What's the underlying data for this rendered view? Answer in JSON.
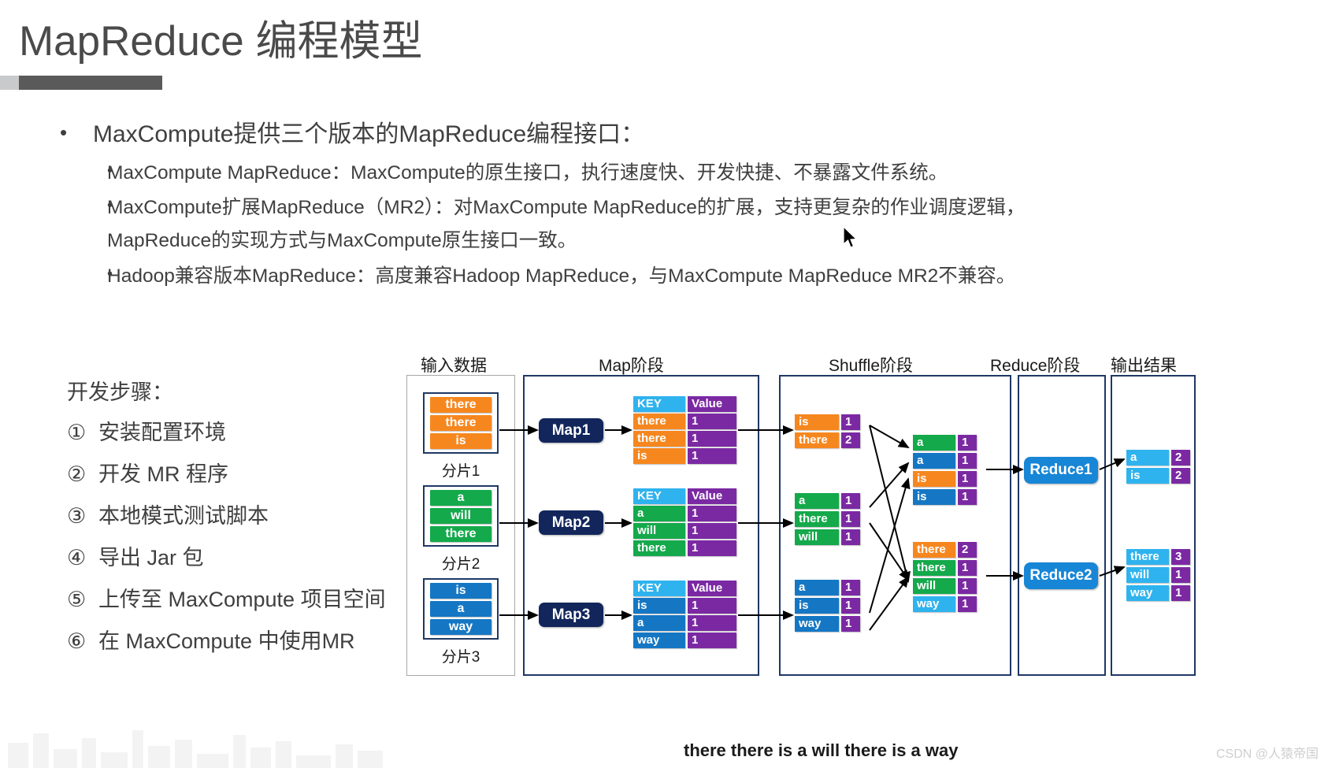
{
  "title": "MapReduce 编程模型",
  "bullets": {
    "level1": "MaxCompute提供三个版本的MapReduce编程接口：",
    "items": [
      {
        "text": "MaxCompute MapReduce：MaxCompute的原生接口，执行速度快、开发快捷、不暴露文件系统。",
        "cont": ""
      },
      {
        "text": "MaxCompute扩展MapReduce（MR2）：对MaxCompute MapReduce的扩展，支持更复杂的作业调度逻辑，",
        "cont": "MapReduce的实现方式与MaxCompute原生接口一致。"
      },
      {
        "text": "Hadoop兼容版本MapReduce：高度兼容Hadoop MapReduce，与MaxCompute MapReduce MR2不兼容。",
        "cont": ""
      }
    ],
    "dot": "•"
  },
  "steps": {
    "heading": "开发步骤：",
    "items": [
      {
        "num": "①",
        "label": "安装配置环境"
      },
      {
        "num": "②",
        "label": "开发 MR 程序"
      },
      {
        "num": "③",
        "label": "本地模式测试脚本"
      },
      {
        "num": "④",
        "label": "导出 Jar 包"
      },
      {
        "num": "⑤",
        "label": "上传至 MaxCompute 项目空间"
      },
      {
        "num": "⑥",
        "label": "在 MaxCompute 中使用MR"
      }
    ]
  },
  "diagram": {
    "stage_titles": {
      "input": "输入数据",
      "map": "Map阶段",
      "shuffle": "Shuffle阶段",
      "reduce": "Reduce阶段",
      "output": "输出结果"
    },
    "splits": [
      {
        "label": "分片1",
        "color": "orange",
        "rows": [
          "there",
          "there",
          "is"
        ]
      },
      {
        "label": "分片2",
        "color": "green",
        "rows": [
          "a",
          "will",
          "there"
        ]
      },
      {
        "label": "分片3",
        "color": "blue",
        "rows": [
          "is",
          "a",
          "way"
        ]
      }
    ],
    "mappers": [
      {
        "name": "Map1",
        "color": "orange",
        "header": {
          "key": "KEY",
          "value": "Value"
        },
        "rows": [
          {
            "k": "there",
            "v": "1"
          },
          {
            "k": "there",
            "v": "1"
          },
          {
            "k": "is",
            "v": "1"
          }
        ]
      },
      {
        "name": "Map2",
        "color": "green",
        "header": {
          "key": "KEY",
          "value": "Value"
        },
        "rows": [
          {
            "k": "a",
            "v": "1"
          },
          {
            "k": "will",
            "v": "1"
          },
          {
            "k": "there",
            "v": "1"
          }
        ]
      },
      {
        "name": "Map3",
        "color": "blue",
        "header": {
          "key": "KEY",
          "value": "Value"
        },
        "rows": [
          {
            "k": "is",
            "v": "1"
          },
          {
            "k": "a",
            "v": "1"
          },
          {
            "k": "way",
            "v": "1"
          }
        ]
      }
    ],
    "shuffle_in": [
      {
        "color": "orange",
        "rows": [
          {
            "k": "is",
            "v": "1"
          },
          {
            "k": "there",
            "v": "2"
          }
        ]
      },
      {
        "color": "green",
        "rows": [
          {
            "k": "a",
            "v": "1"
          },
          {
            "k": "there",
            "v": "1"
          },
          {
            "k": "will",
            "v": "1"
          }
        ]
      },
      {
        "color": "blue",
        "rows": [
          {
            "k": "a",
            "v": "1"
          },
          {
            "k": "is",
            "v": "1"
          },
          {
            "k": "way",
            "v": "1"
          }
        ]
      }
    ],
    "shuffle_out": [
      {
        "rows": [
          {
            "k": "a",
            "v": "1",
            "color": "green"
          },
          {
            "k": "a",
            "v": "1",
            "color": "blue"
          },
          {
            "k": "is",
            "v": "1",
            "color": "orange"
          },
          {
            "k": "is",
            "v": "1",
            "color": "blue"
          }
        ]
      },
      {
        "rows": [
          {
            "k": "there",
            "v": "2",
            "color": "orange"
          },
          {
            "k": "there",
            "v": "1",
            "color": "green"
          },
          {
            "k": "will",
            "v": "1",
            "color": "green"
          },
          {
            "k": "way",
            "v": "1",
            "color": "blue"
          }
        ]
      }
    ],
    "reducers": [
      "Reduce1",
      "Reduce2"
    ],
    "outputs": [
      {
        "rows": [
          {
            "k": "a",
            "v": "2"
          },
          {
            "k": "is",
            "v": "2"
          }
        ]
      },
      {
        "rows": [
          {
            "k": "there",
            "v": "3"
          },
          {
            "k": "will",
            "v": "1"
          },
          {
            "k": "way",
            "v": "1"
          }
        ]
      }
    ],
    "caption": "there there is a will there is a way"
  },
  "watermark": {
    "right": "CSDN @人猿帝国"
  }
}
